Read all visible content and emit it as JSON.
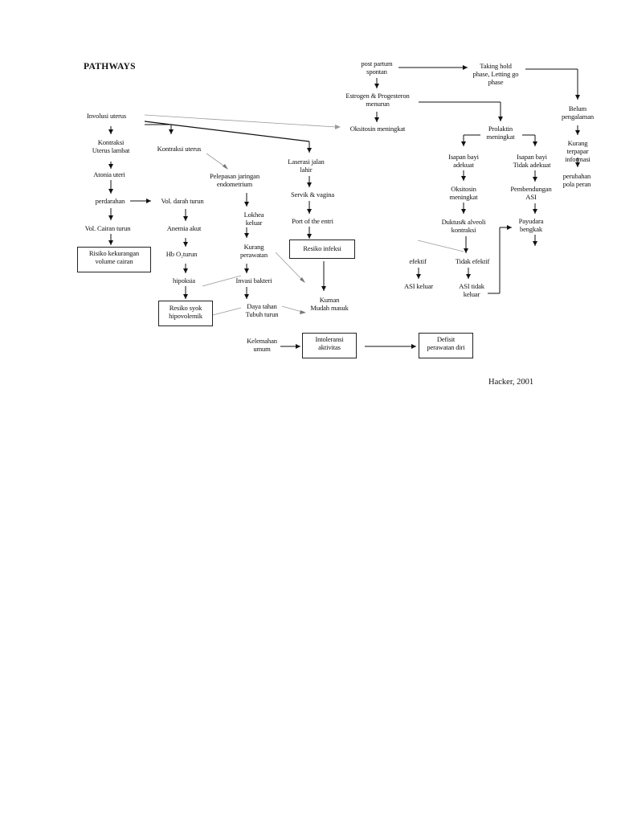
{
  "title": "PATHWAYS",
  "source": "Hacker, 2001",
  "nodes": {
    "post_partum": "post partum\nspontan",
    "taking_hold": "Taking hold\nphase, Letting go\nphase",
    "estrogen": "Estrogen & Progesteron\nmenurun",
    "belum": "Belum\npengalaman",
    "involusi": "Involusi uterus",
    "oksitosin_naik": "Oksitosin meningkat",
    "prolaktin": "Prolaktin\nmeningkat",
    "kurang_terpapar": "Kurang terpapar\ninformasi",
    "kontraksi_lambat": "Kontraksi\nUterus lambat",
    "kontraksi_uterus": "Kontraksi uterus",
    "laserasi": "Laserasi jalan\nlahir",
    "isapan_adekuat": "Isapan bayi\nadekuat",
    "isapan_tidak": "Isapan bayi\nTidak adekuat",
    "perubahan": "perubahan\npola peran",
    "atonia": "Atonia uteri",
    "pelepasan": "Pelepasan jaringan\nendometrium",
    "oksitosin2": "Oksitosin\nmeningkat",
    "pembendungan": "Pembendungan\nASI",
    "perdarahan": "perdarahan",
    "vol_darah": "Vol. darah turun",
    "serviks": "Servik & vagina",
    "lokhea": "Lokhea\nkeluar",
    "anemia": "Anemia akut",
    "port": "Port of the entri",
    "duktus": "Duktus& alveoli\nkontraksi",
    "payudara": "Payudara\nbengkak",
    "vol_cairan": "Vol. Cairan turun",
    "kurang_perawatan": "Kurang\nperawatan",
    "resiko_infeksi": "Resiko infeksi",
    "efektif": "efektif",
    "tidak_efektif": "Tidak efektif",
    "risiko_kekurangan": "Risiko kekurangan\nvolume cairan",
    "hb": "Hb O₂turun",
    "hipoksia": "hipoksia",
    "invasi": "Invasi bakteri",
    "asi_keluar": "ASI keluar",
    "asi_tidak": "ASI tidak\nkeluar",
    "resiko_syok": "Resiko syok\nhipovolemik",
    "daya_tahan": "Daya tahan\nTubuh turun",
    "kuman": "Kuman\nMudah masuk",
    "kelemahan": "Kelemahan\numum",
    "intoleransi": "Intoleransi\naktivitas",
    "defisit": "Defisit\nperawatan diri"
  }
}
